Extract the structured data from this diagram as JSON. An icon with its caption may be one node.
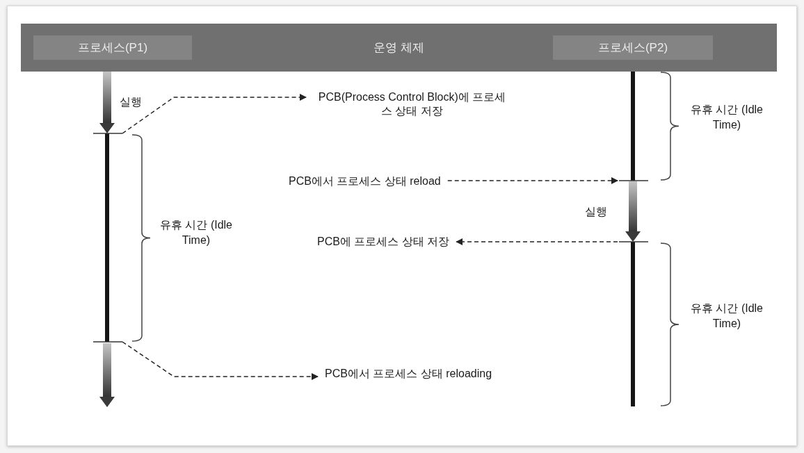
{
  "diagram": {
    "nodes": [
      {
        "text": [
          "운영 체제"
        ]
      },
      {
        "text": [
          "프로세스(P1)"
        ],
        "in": 0
      },
      {
        "text": [
          "프로세스(P2)"
        ],
        "in": 0
      },
      {
        "text": [
          "PCB(Process Control Block)에 프로세스 상태 저장"
        ]
      },
      {
        "text": [
          "PCB에서 프로세스 상태 reload"
        ]
      },
      {
        "text": [
          "PCB에 프로세스 상태 저장"
        ]
      },
      {
        "text": [
          "PCB에서 프로세스 상태 reloading"
        ]
      }
    ],
    "edges": [
      {
        "from": null,
        "to": 3,
        "arrow": "to",
        "style": "dashed"
      },
      {
        "from": 4,
        "to": null,
        "arrow": "to",
        "style": "dashed"
      },
      {
        "from": null,
        "to": 5,
        "arrow": "to",
        "style": "dashed"
      },
      {
        "from": null,
        "to": 6,
        "arrow": "to",
        "style": "dashed"
      }
    ],
    "labels": [
      "실행",
      "유휴 시간 (Idle Time)",
      "실행",
      "유휴 시간 (Idle Time)",
      "유휴 시간 (Idle Time)"
    ]
  }
}
